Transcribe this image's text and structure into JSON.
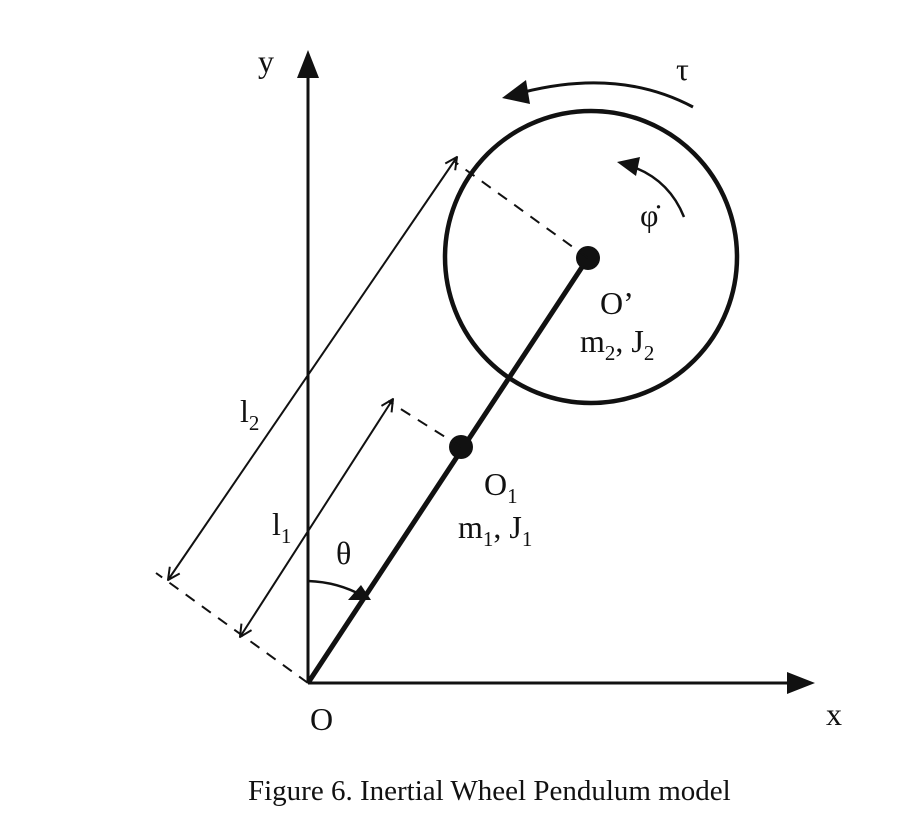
{
  "diagram": {
    "axes": {
      "y_label": "y",
      "x_label": "x",
      "origin_label": "O"
    },
    "torque": {
      "symbol": "τ"
    },
    "wheel_rate": {
      "symbol": "φ̇"
    },
    "wheel_center": {
      "label": "O’",
      "mass": "m",
      "mass_index": "2",
      "separator": ", ",
      "inertia": "J",
      "inertia_index": "2"
    },
    "rod_center": {
      "label": "O",
      "label_index": "1",
      "mass": "m",
      "mass_index": "1",
      "separator": ", ",
      "inertia": "J",
      "inertia_index": "1"
    },
    "length_wheel": {
      "symbol": "l",
      "index": "2"
    },
    "length_rod": {
      "symbol": "l",
      "index": "1"
    },
    "angle": {
      "symbol": "θ"
    },
    "caption": "Figure 6. Inertial Wheel Pendulum model"
  }
}
